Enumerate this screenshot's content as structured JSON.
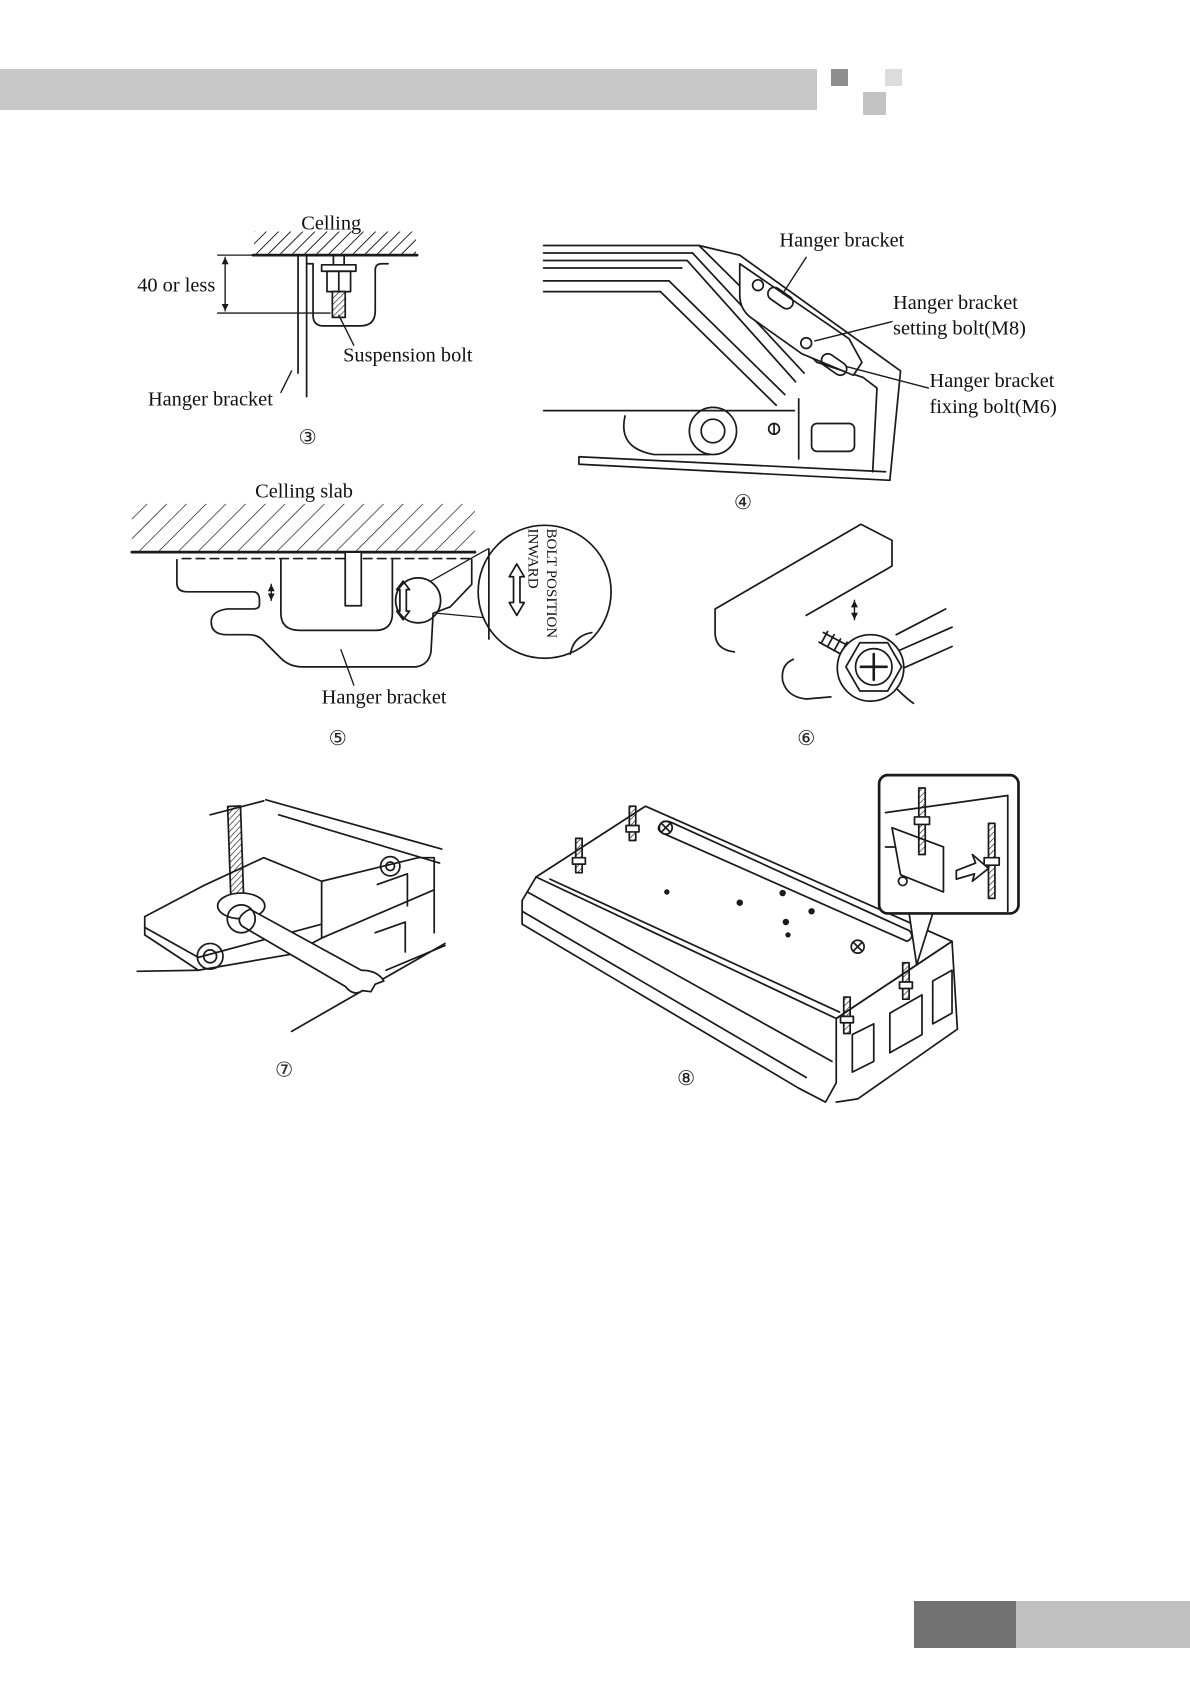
{
  "colors": {
    "header_bar": "#c7c7c7",
    "header_square_dark": "#8e8e8e",
    "header_square_mid": "#c3c3c3",
    "header_square_light": "#dcdcdc",
    "footer_dark": "#727272",
    "footer_light": "#c0c0c0",
    "line": "#1a1a1a"
  },
  "figure_3": {
    "ceiling_label": "Celling",
    "dimension_label": "40 or less",
    "bolt_label": "Suspension bolt",
    "bracket_label": "Hanger bracket",
    "number": "③"
  },
  "figure_4": {
    "bracket_label": "Hanger bracket",
    "setting_bolt_label_line1": "Hanger bracket",
    "setting_bolt_label_line2": "setting bolt(M8)",
    "fixing_bolt_label_line1": "Hanger bracket",
    "fixing_bolt_label_line2": "fixing bolt(M6)",
    "number": "④"
  },
  "figure_5": {
    "slab_label": "Celling slab",
    "note_line1": "BOLT POSITION",
    "note_line2": "INWARD",
    "bracket_label": "Hanger bracket",
    "number": "⑤"
  },
  "figure_6": {
    "number": "⑥"
  },
  "figure_7": {
    "number": "⑦"
  },
  "figure_8": {
    "number": "⑧"
  }
}
